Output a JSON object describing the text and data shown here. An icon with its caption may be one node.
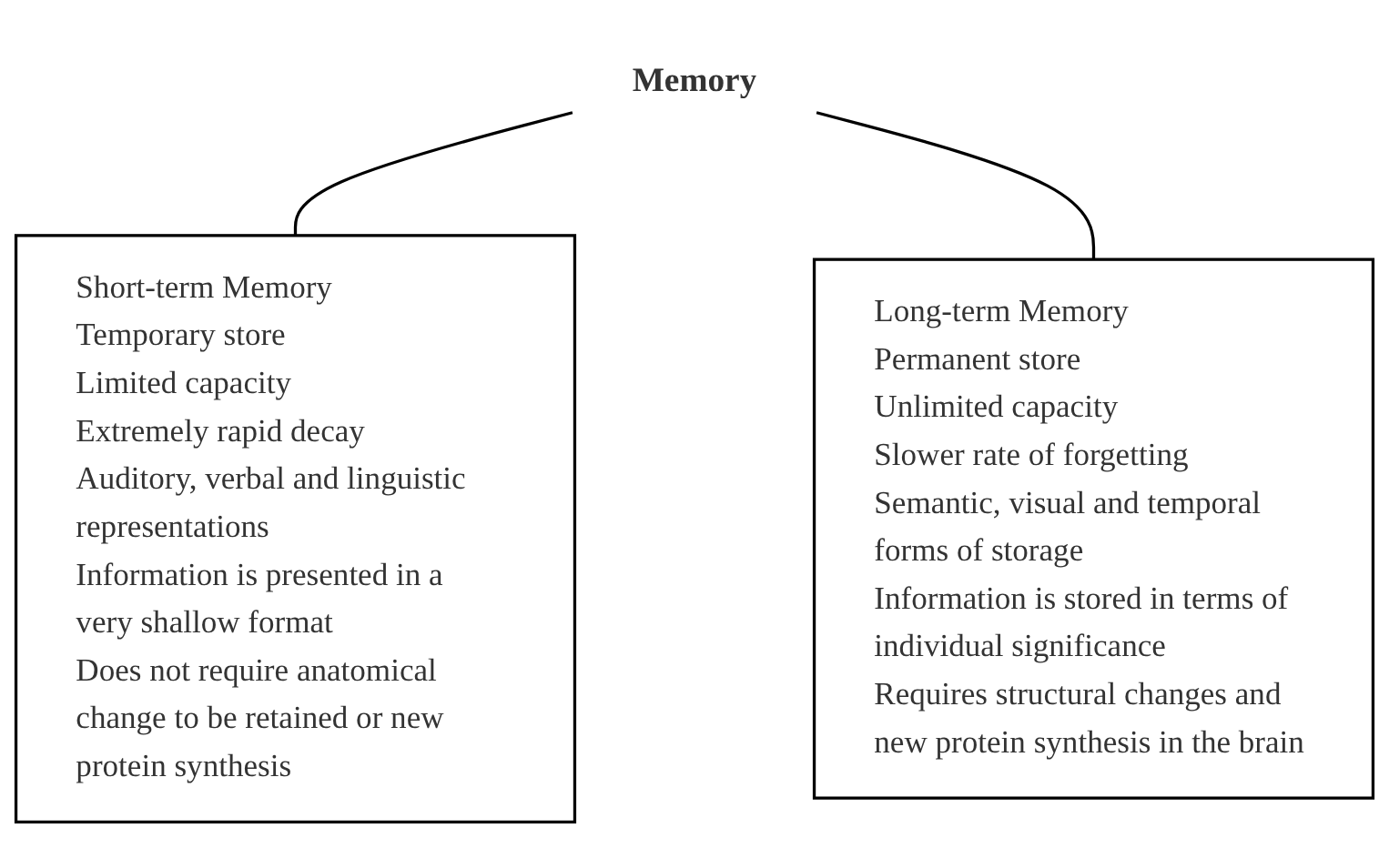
{
  "diagram": {
    "nodes": [
      {
        "text": [
          "Memory"
        ]
      },
      {
        "text": [
          "Short-term Memory",
          "Temporary store",
          "Limited capacity",
          "Extremely rapid decay",
          "Auditory, verbal and linguistic representations",
          "Information is presented in a very shallow format",
          "Does not require anatomical change to be retained or new protein synthesis"
        ]
      },
      {
        "text": [
          "Long-term Memory",
          "Permanent store",
          "Unlimited capacity",
          "Slower rate of forgetting",
          "Semantic, visual and temporal forms of storage",
          "Information is stored in terms of individual significance",
          "Requires structural changes and new protein synthesis in the brain"
        ]
      }
    ],
    "edges": [
      {
        "from": 0,
        "to": 1,
        "arrow": "none"
      },
      {
        "from": 0,
        "to": 2,
        "arrow": "none"
      }
    ]
  }
}
